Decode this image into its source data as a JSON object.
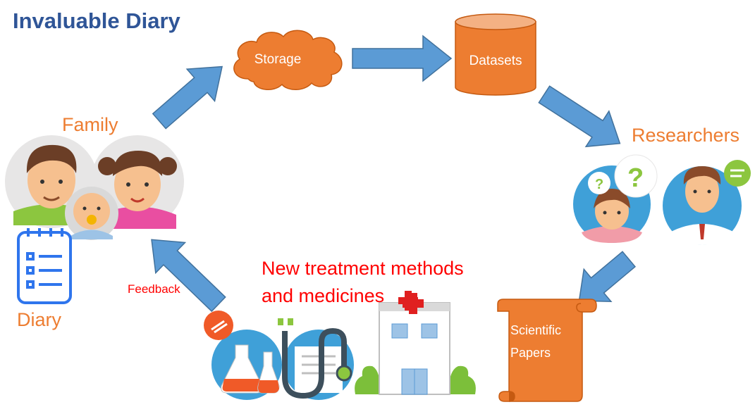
{
  "title": "Invaluable Diary",
  "nodes": {
    "storage": "Storage",
    "datasets": "Datasets",
    "researchers": "Researchers",
    "papers_line1": "Scientific",
    "papers_line2": "Papers",
    "treatment_line1": "New treatment methods",
    "treatment_line2": "and medicines",
    "family": "Family",
    "diary": "Diary",
    "feedback": "Feedback"
  },
  "colors": {
    "title": "#2f5597",
    "accent": "#ed7d31",
    "arrow": "#5b9bd5",
    "red": "#ff0000"
  }
}
